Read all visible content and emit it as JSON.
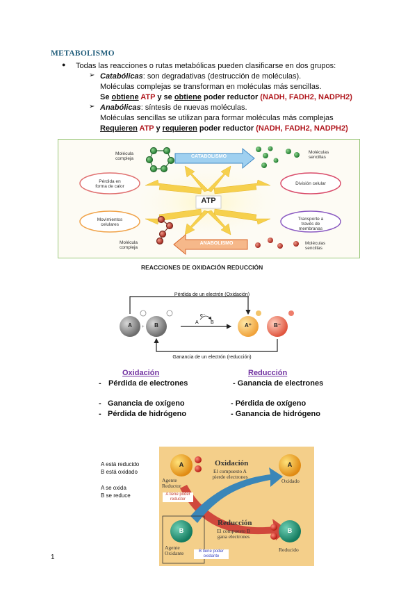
{
  "title": "METABOLISMO",
  "intro": "Todas las reacciones o rutas metabólicas pueden clasificarse en dos grupos:",
  "catabolic": {
    "term": "Catabólicas",
    "def": ": son degradativas (destrucción de moléculas).",
    "line2": "Moléculas complejas se transforman en moléculas más sencillas.",
    "l3a": "Se ",
    "l3b": "obtiene",
    "l3c": " ATP",
    "l3d": " y se ",
    "l3e": "obtiene",
    "l3f": " poder reductor ",
    "l3g": "(NADH, FADH2, NADPH2)"
  },
  "anabolic": {
    "term": "Anabólicas",
    "def": ": síntesis de nuevas moléculas.",
    "line2": "Moléculas sencillas se utilizan para formar moléculas más complejas",
    "l3a": "Requieren",
    "l3b": " ATP",
    "l3c": " y ",
    "l3d": "requieren",
    "l3e": " poder reductor ",
    "l3f": "(NADH, FADH2, NADPH2)"
  },
  "diagram1": {
    "complex_top": "Molécula compleja",
    "catabolismo": "CATABOLISMO",
    "simple_top": "Moléculas sencillas",
    "heat": "Pérdida en forma de calor",
    "division": "División celular",
    "atp": "ATP",
    "movement": "Movimientos celulares",
    "transport": "Transporte a través de membranas",
    "complex_bottom": "Molécula compleja",
    "anabolismo": "ANABOLISMO",
    "simple_bottom": "Moléculas sencillas"
  },
  "redox_title": "REACCIONES DE OXIDACIÓN REDUCCIÓN",
  "diagram2": {
    "top_label": "Pérdida de un electrón (Oxidación)",
    "bottom_label": "Ganancia de un electrón (reducción)",
    "A": "A",
    "B": "B",
    "Ap": "A⁺",
    "Bm": "B⁻",
    "e": "e⁻"
  },
  "ox_head": "Oxidación",
  "red_head": "Reducción",
  "ox_items": [
    "Pérdida de electrones",
    "Ganancia de oxígeno",
    "Pérdida de hidrógeno"
  ],
  "red_items": [
    "- Ganancia de electrones",
    "- Pérdida de oxígeno",
    "- Ganancia de hidrógeno"
  ],
  "notes": [
    "A está reducido",
    "B está oxidado",
    "A se oxida",
    "B se reduce"
  ],
  "diagram3": {
    "ox_title": "Oxidación",
    "ox_desc": "El compuesto A pierde electrones",
    "agent_red": "Agente Reductor",
    "a_has": "A tiene poder reductor",
    "oxidized": "Oxidado",
    "red_title": "Reducción",
    "red_desc": "El compuesto B gana electrones",
    "agent_ox": "Agente Oxidante",
    "b_has": "B tiene poder oxidante",
    "reduced": "Reducido",
    "A": "A",
    "B": "B",
    "e": "e⁻"
  },
  "page_number": "1",
  "colors": {
    "title": "#1f5c7a",
    "red": "#b0171d",
    "purple": "#7030a0",
    "arrow_yellow": "#f6d04d"
  }
}
